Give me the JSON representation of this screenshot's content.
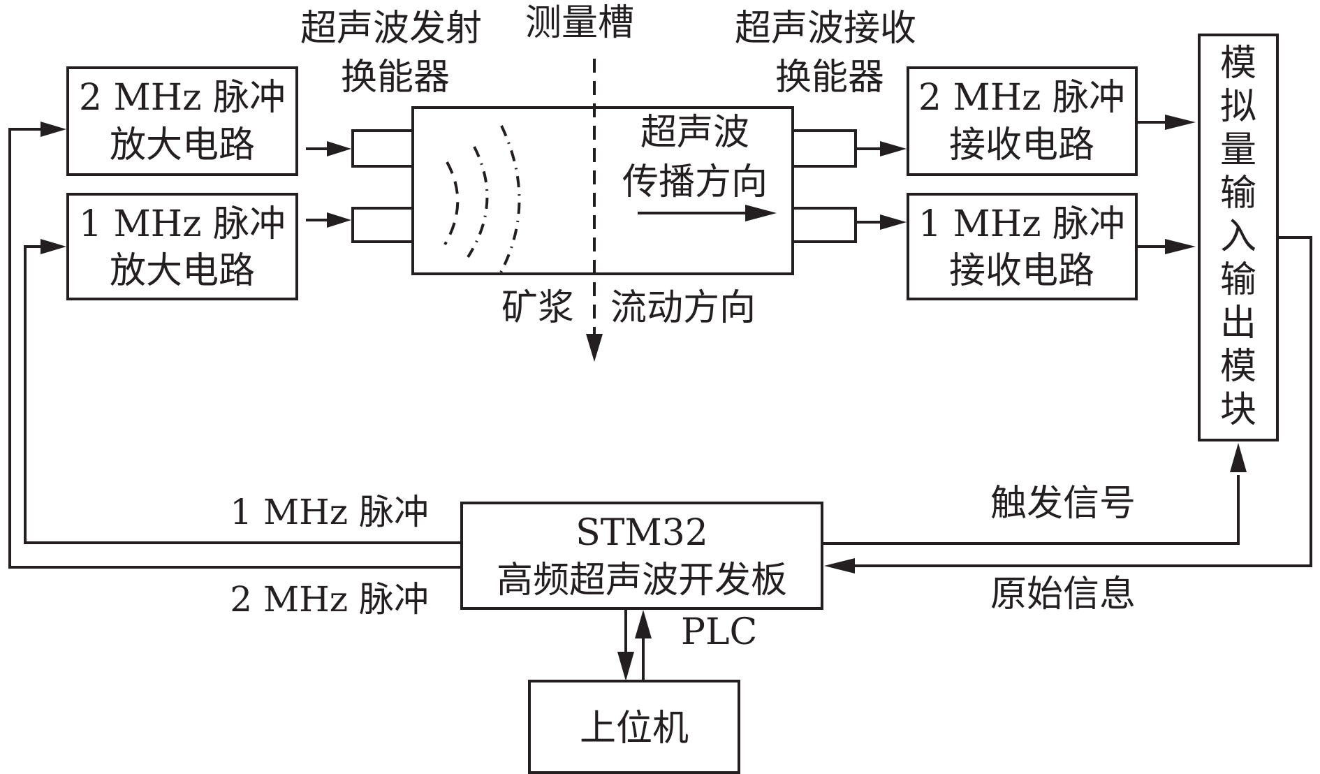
{
  "diagram": {
    "title_labels": {
      "tx_transducer": [
        "超声波发射",
        "换能器"
      ],
      "tank": "测量槽",
      "rx_transducer": [
        "超声波接收",
        "换能器"
      ]
    },
    "blocks": {
      "amp_2mhz": [
        "2 MHz 脉冲",
        "放大电路"
      ],
      "amp_1mhz": [
        "1 MHz 脉冲",
        "放大电路"
      ],
      "recv_2mhz": [
        "2 MHz 脉冲",
        "接收电路"
      ],
      "recv_1mhz": [
        "1 MHz 脉冲",
        "接收电路"
      ],
      "io_module": [
        "模",
        "拟",
        "量",
        "输",
        "入",
        "输",
        "出",
        "模",
        "块"
      ],
      "stm32": [
        "STM32",
        "高频超声波开发板"
      ],
      "host": "上位机"
    },
    "tank_labels": {
      "propagation": [
        "超声波",
        "传播方向"
      ],
      "flow_left": "矿浆",
      "flow_right": "流动方向"
    },
    "edge_labels": {
      "pulse_1mhz": "1 MHz 脉冲",
      "pulse_2mhz": "2 MHz 脉冲",
      "trigger": "触发信号",
      "raw_info": "原始信息",
      "plc": "PLC"
    },
    "colors": {
      "stroke": "#231f20",
      "background": "#ffffff"
    }
  }
}
